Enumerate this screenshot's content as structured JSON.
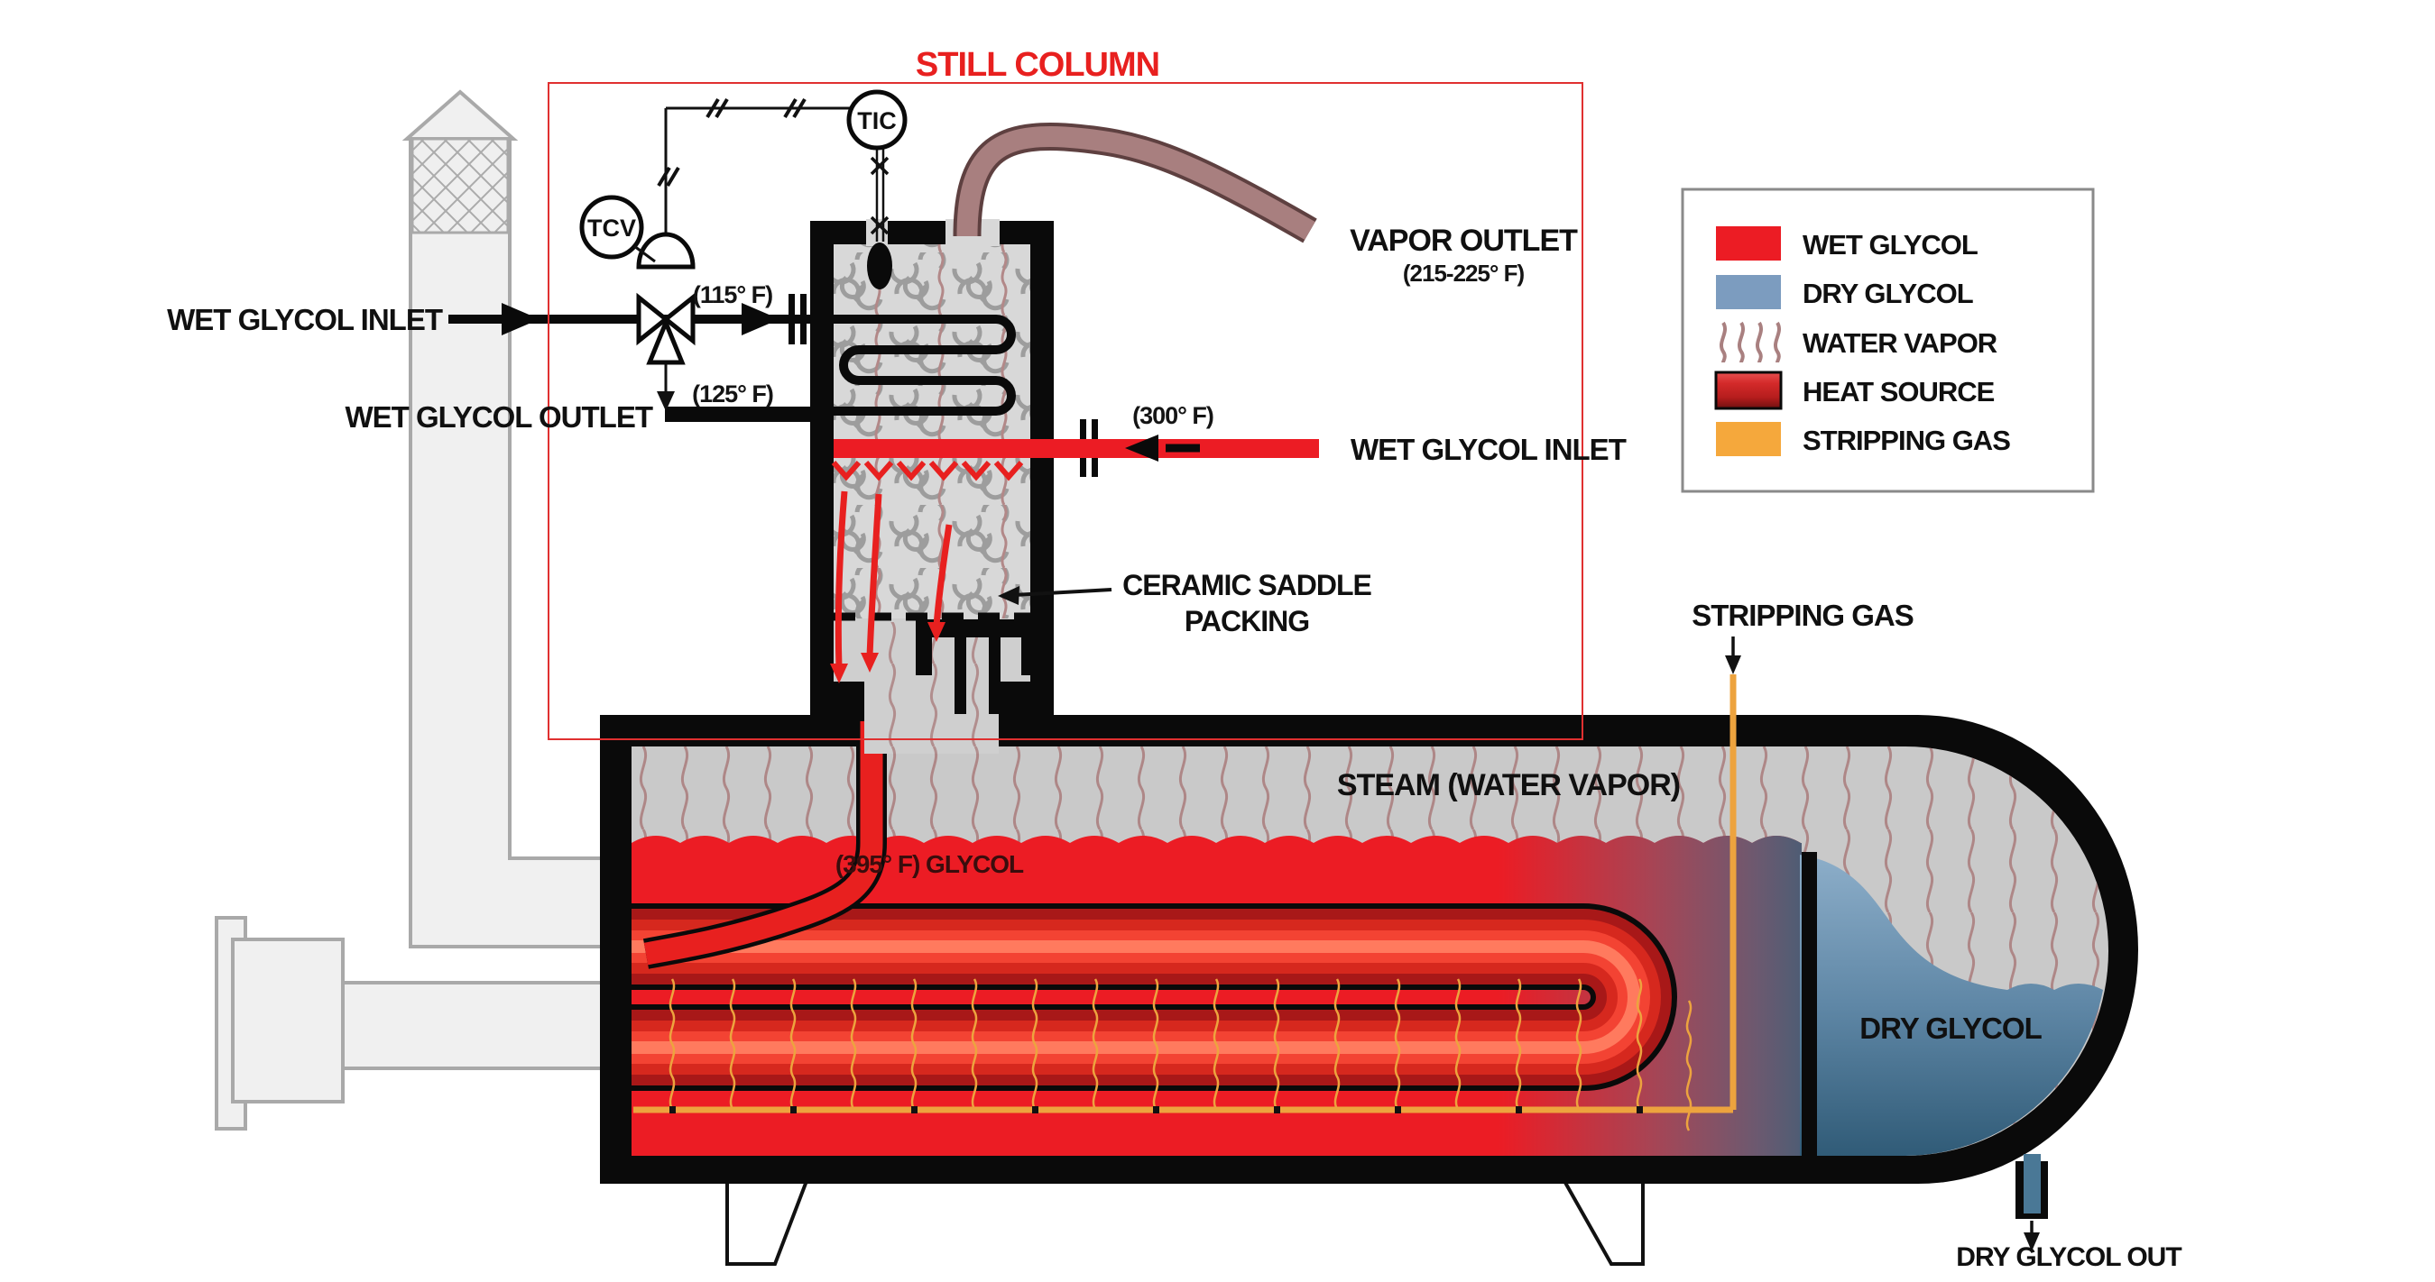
{
  "title": {
    "text": "STILL COLUMN",
    "color": "#E8201F"
  },
  "instruments": {
    "tcv": "TCV",
    "tic": "TIC"
  },
  "pipes": {
    "wet_glycol_inlet_left": "WET GLYCOL INLET",
    "inlet_temp": "(115° F)",
    "wet_glycol_outlet": "WET GLYCOL OUTLET",
    "outlet_temp": "(125° F)",
    "vapor_outlet": "VAPOR OUTLET",
    "vapor_outlet_temp": "(215-225° F)",
    "wet_glycol_inlet_right": "WET GLYCOL INLET",
    "inlet_right_temp": "(300° F)",
    "stripping_gas": "STRIPPING GAS",
    "dry_glycol_out": "DRY GLYCOL OUT"
  },
  "vessel": {
    "steam": "STEAM (WATER VAPOR)",
    "glycol_temp": "(395° F) GLYCOL",
    "dry_glycol": "DRY GLYCOL",
    "ceramic_packing_line1": "CERAMIC SADDLE",
    "ceramic_packing_line2": "PACKING"
  },
  "legend": {
    "items": [
      {
        "label": "WET GLYCOL",
        "color": "#EC1C24",
        "type": "solid"
      },
      {
        "label": "DRY GLYCOL",
        "color": "#7C9CBF",
        "type": "solid"
      },
      {
        "label": "WATER VAPOR",
        "color": "#A98080",
        "type": "squiggle"
      },
      {
        "label": "HEAT SOURCE",
        "color": "#C22222",
        "type": "gradient"
      },
      {
        "label": "STRIPPING GAS",
        "color": "#F5A83C",
        "type": "solid"
      }
    ]
  }
}
